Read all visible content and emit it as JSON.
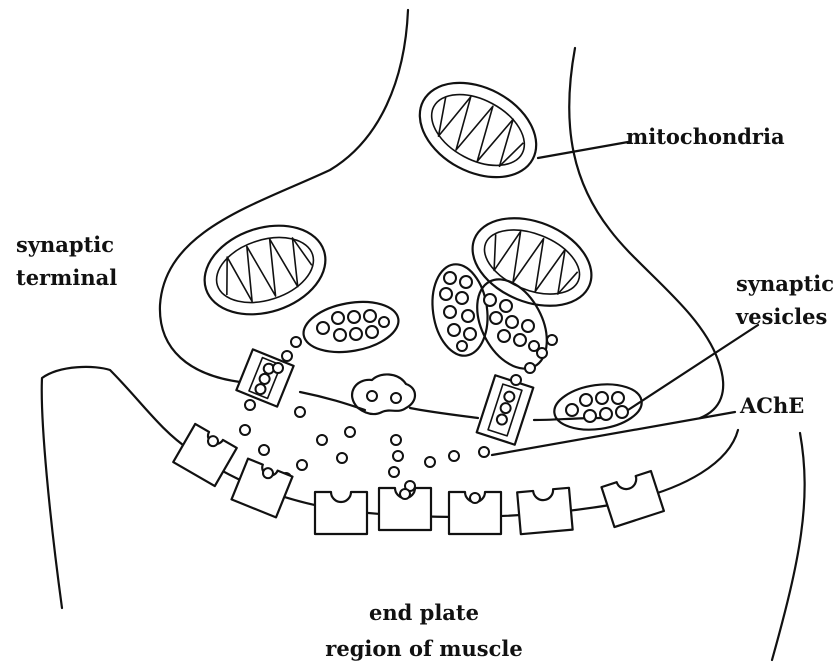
{
  "labels": {
    "mitochondria": "mitochondria",
    "synaptic_terminal_line1": "synaptic",
    "synaptic_terminal_line2": "terminal",
    "synaptic_vesicles_line1": "synaptic",
    "synaptic_vesicles_line2": "vesicles",
    "ache": "AChE",
    "end_plate_line1": "end plate",
    "end_plate_line2": "region of muscle"
  },
  "colors": {
    "ink": "#111111",
    "background": "#ffffff"
  }
}
